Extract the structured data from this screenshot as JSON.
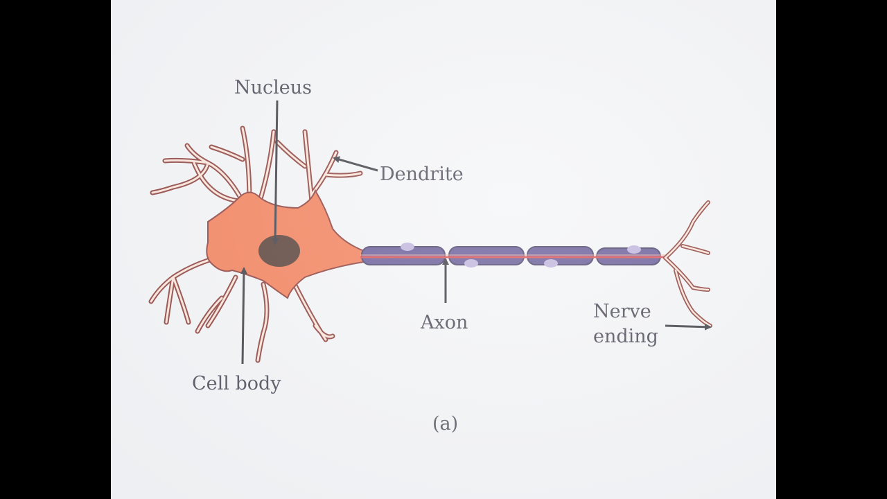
{
  "diagram": {
    "labels": {
      "nucleus": "Nucleus",
      "dendrite": "Dendrite",
      "axon": "Axon",
      "nerve_line1": "Nerve",
      "nerve_line2": "ending",
      "cell_body": "Cell body"
    },
    "caption": "(a)",
    "colors": {
      "cell_body": "#f26a3c",
      "nucleus": "#3b1e12",
      "myelin": "#5a4a8e",
      "axon_core": "#d3343a",
      "outline": "#7a1f1a",
      "paper": "#f3f4f6",
      "text": "#2e2a3a"
    }
  }
}
